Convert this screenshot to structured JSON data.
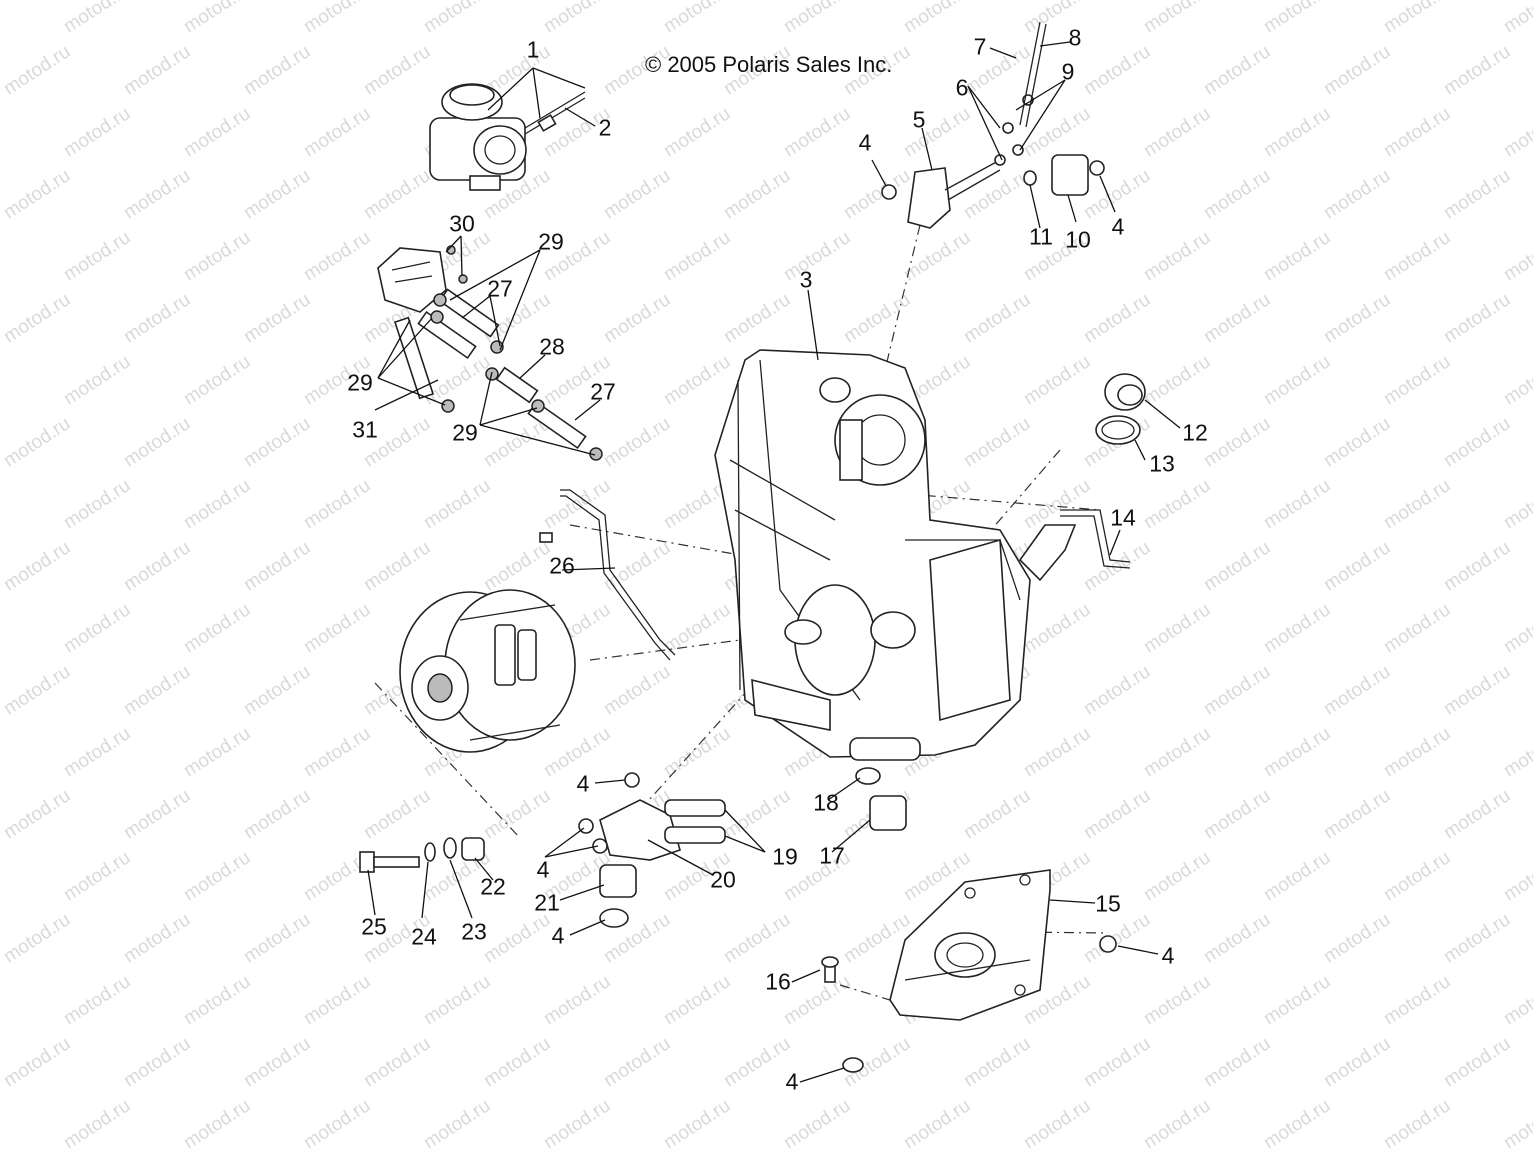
{
  "copyright": "© 2005 Polaris Sales Inc.",
  "watermark": "motod.ru",
  "callouts": [
    "1",
    "2",
    "3",
    "4",
    "5",
    "6",
    "7",
    "8",
    "9",
    "10",
    "11",
    "12",
    "13",
    "14",
    "15",
    "16",
    "17",
    "18",
    "19",
    "20",
    "21",
    "22",
    "23",
    "24",
    "25",
    "26",
    "27",
    "28",
    "29",
    "30",
    "31"
  ],
  "colors": {
    "line": "#222222",
    "watermark": "#d9d9d9",
    "background": "#ffffff"
  }
}
